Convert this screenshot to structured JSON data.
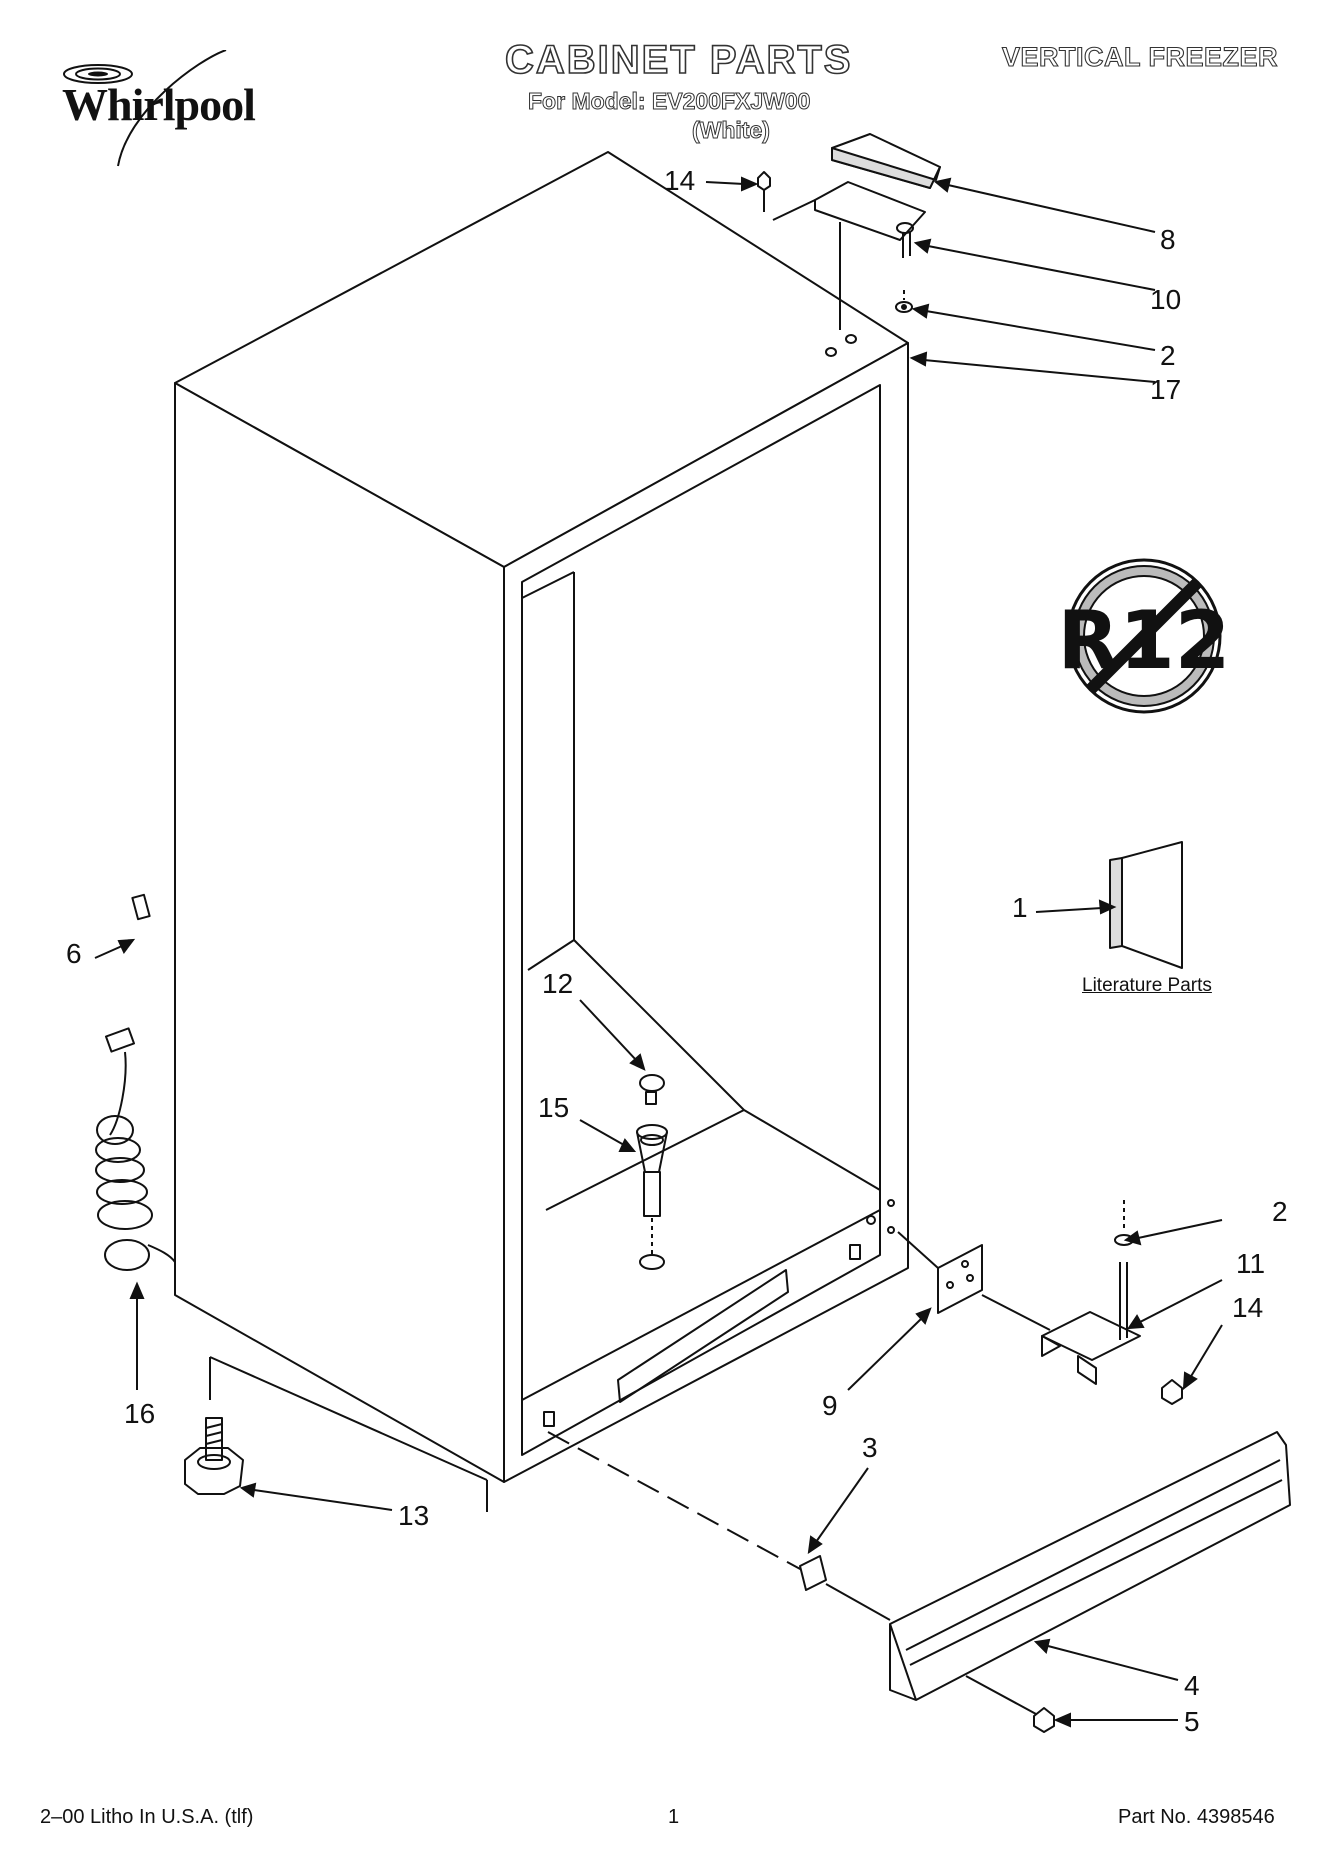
{
  "header": {
    "brand": "Whirlpool",
    "title": "CABINET PARTS",
    "model_line": "For Model: EV200FXJW00",
    "color_line": "(White)",
    "category": "VERTICAL FREEZER"
  },
  "badge": {
    "text": "R12"
  },
  "literature": {
    "label": "Literature Parts"
  },
  "callouts": [
    "14",
    "8",
    "10",
    "2",
    "17",
    "1",
    "6",
    "12",
    "15",
    "2",
    "11",
    "14",
    "9",
    "16",
    "3",
    "13",
    "4",
    "5"
  ],
  "footer": {
    "print_info": "2–00 Litho In U.S.A. (tlf)",
    "page_number": "1",
    "part_number": "Part No. 4398546"
  }
}
